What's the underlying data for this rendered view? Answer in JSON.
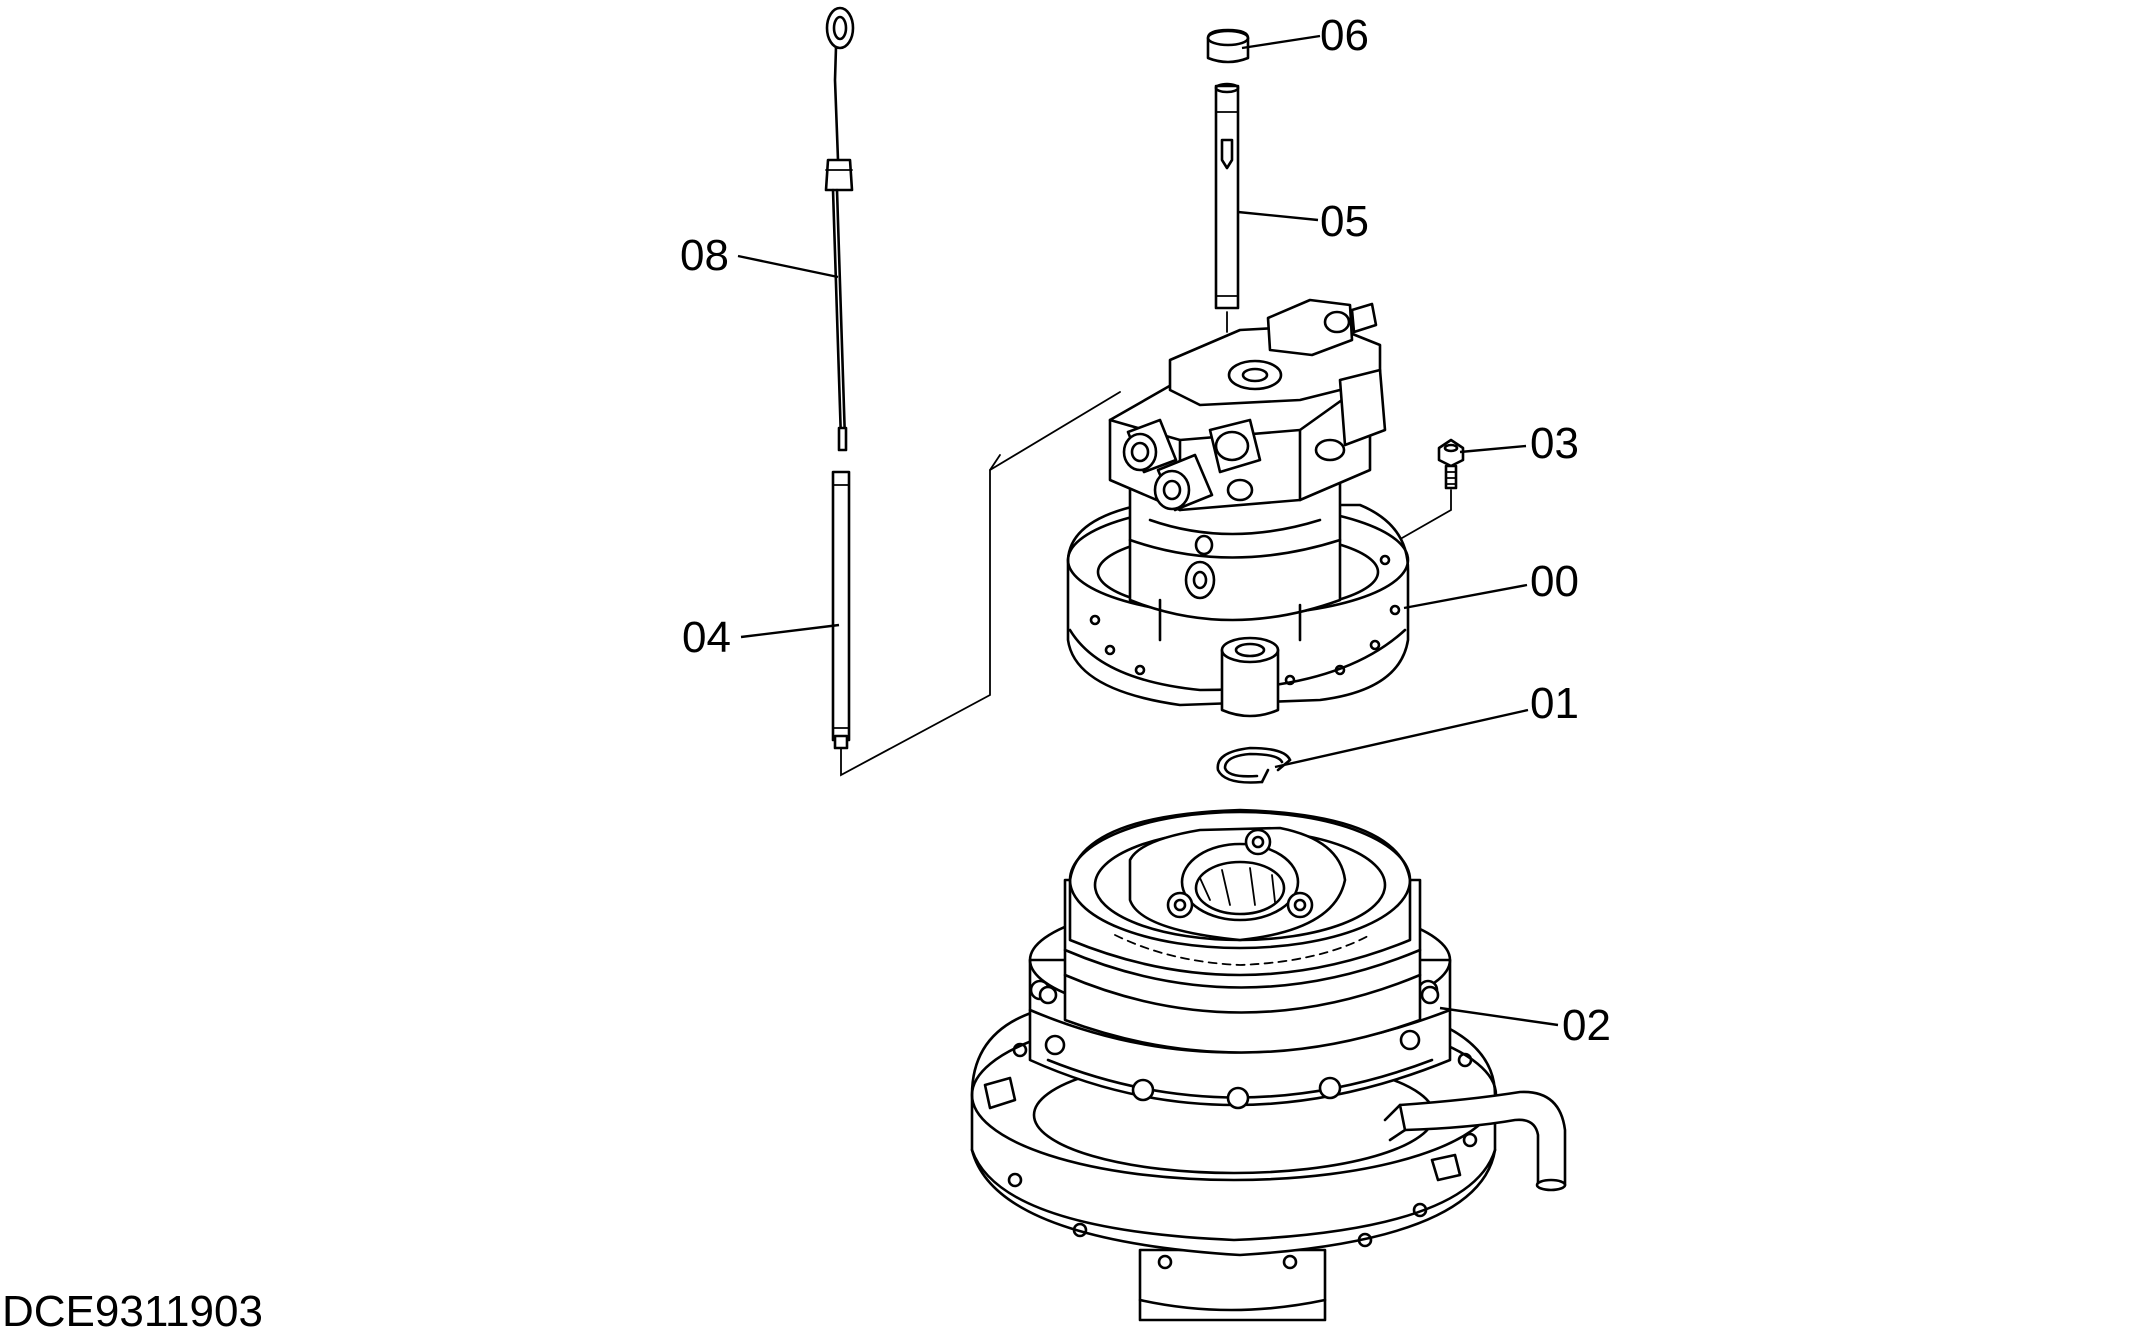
{
  "drawing_code": "DCE9311903",
  "callouts": [
    {
      "id": "00",
      "text": "00"
    },
    {
      "id": "01",
      "text": "01"
    },
    {
      "id": "02",
      "text": "02"
    },
    {
      "id": "03",
      "text": "03"
    },
    {
      "id": "04",
      "text": "04"
    },
    {
      "id": "05",
      "text": "05"
    },
    {
      "id": "06",
      "text": "06"
    },
    {
      "id": "08",
      "text": "08"
    }
  ],
  "colors": {
    "ink": "#000000",
    "paper": "#ffffff"
  }
}
